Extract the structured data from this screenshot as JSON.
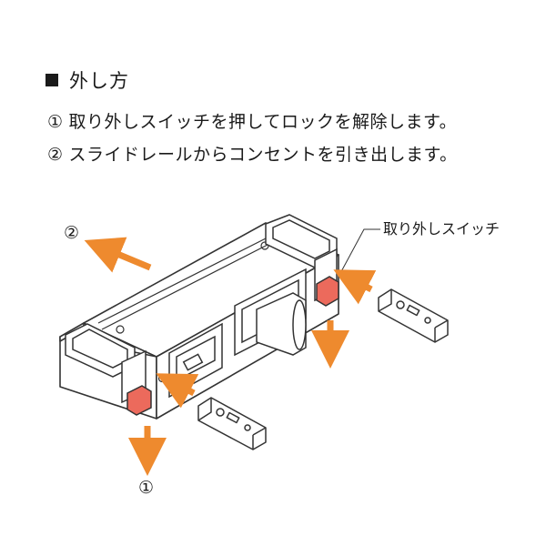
{
  "heading": {
    "text": "外し方"
  },
  "steps": [
    {
      "num": "①",
      "text": "取り外しスイッチを押してロックを解除します。"
    },
    {
      "num": "②",
      "text": "スライドレールからコンセントを引き出します。"
    }
  ],
  "diagram": {
    "callout_label": "取り外しスイッチ",
    "arrow_label_1": "①",
    "arrow_label_2": "②",
    "colors": {
      "arrow": "#ee8a2e",
      "switch": "#ec6a5c",
      "line": "#333333"
    }
  }
}
